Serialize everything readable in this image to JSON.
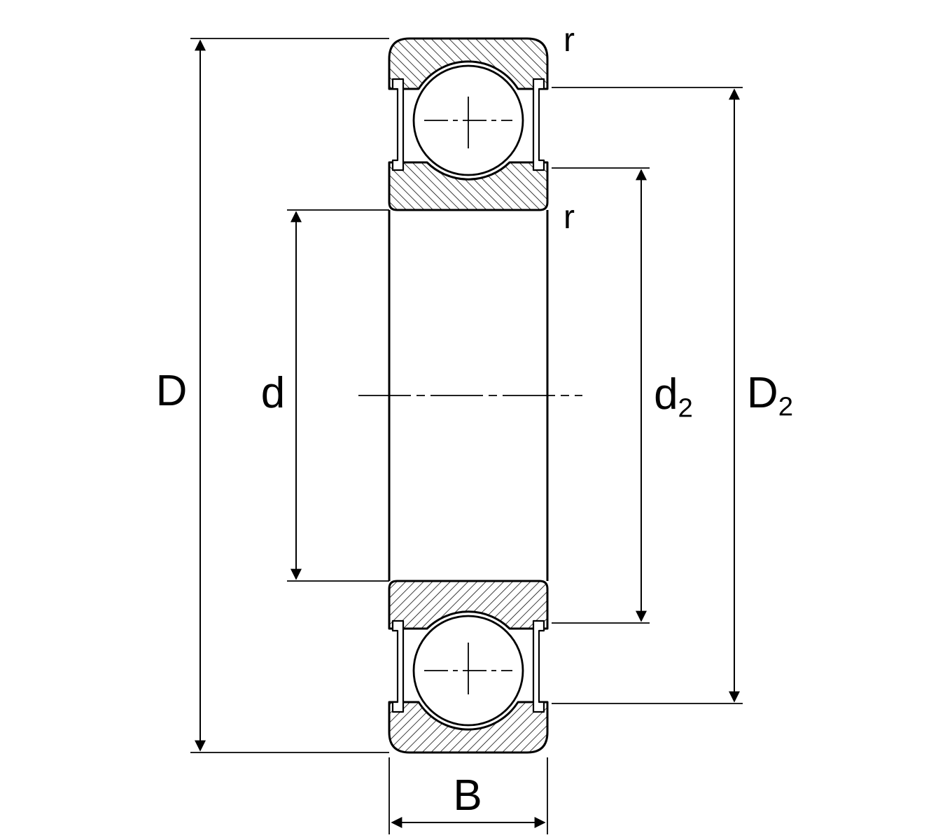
{
  "figure": {
    "type": "deep-groove-ball-bearing-cross-section",
    "background": "#ffffff",
    "line_color": "#000000",
    "dimensions": {
      "D": {
        "main": "D",
        "sub": ""
      },
      "d": {
        "main": "d",
        "sub": ""
      },
      "d2": {
        "main": "d",
        "sub": "2"
      },
      "D2": {
        "main": "D",
        "sub": "2"
      },
      "B": {
        "main": "B",
        "sub": ""
      },
      "r_outer": {
        "main": "r",
        "sub": ""
      },
      "r_inner": {
        "main": "r",
        "sub": ""
      }
    }
  }
}
